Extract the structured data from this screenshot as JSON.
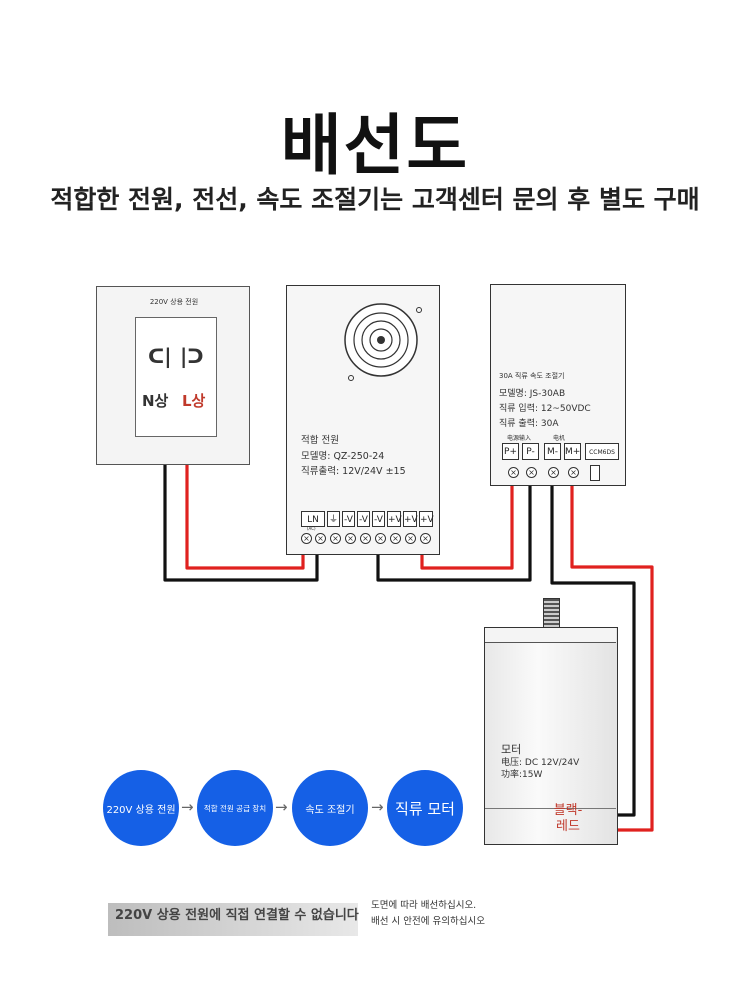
{
  "title": "배선도",
  "subtitle": "적합한 전원, 전선, 속도 조절기는 고객센터 문의 후 별도 구매",
  "outlet": {
    "label": "220V 상용 전원",
    "slot_left": "ᑕ|",
    "slot_right": "|ᑐ",
    "pole_n": "N상",
    "pole_l": "L상"
  },
  "psu": {
    "line1": "적합 전원",
    "line2": "모델명: QZ-250-24",
    "line3": "직류출력: 12V/24V ±15",
    "terminals": [
      "L",
      "N",
      "⏚",
      "-V",
      "-V",
      "-V",
      "+V",
      "+V",
      "+V"
    ],
    "term_sub": "(AC)"
  },
  "controller": {
    "title": "30A 직류 속도 조절기",
    "model": "모델명: JS-30AB",
    "input": "직류 입력: 12~50VDC",
    "output": "직류 출력: 30A",
    "group_power": "电源输入",
    "group_motor": "电机",
    "terminals": [
      "P+",
      "P-",
      "M-",
      "M+"
    ],
    "switch_label": "CCM6DS"
  },
  "motor": {
    "name": "모터",
    "voltage_label": "电压:",
    "voltage": "DC 12V/24V",
    "power_label": "功率:",
    "power": "15W",
    "leads": "블랙-\n레드"
  },
  "flow": [
    {
      "label": "220V 상용 전원",
      "size": 10
    },
    {
      "label": "적합 전원 공급 장치",
      "size": 7.5
    },
    {
      "label": "속도 조절기",
      "size": 10
    },
    {
      "label": "직류 모터",
      "size": 16
    }
  ],
  "flow_arrow": "→",
  "warning": "220V 상용 전원에 직접 연결할 수 없습니다",
  "notes": [
    "도면에 따라 배선하십시오.",
    "배선 시 안전에 유의하십시오"
  ],
  "colors": {
    "wire_black": "#111111",
    "wire_red": "#e0211f",
    "flow_blue": "#1560e6"
  }
}
